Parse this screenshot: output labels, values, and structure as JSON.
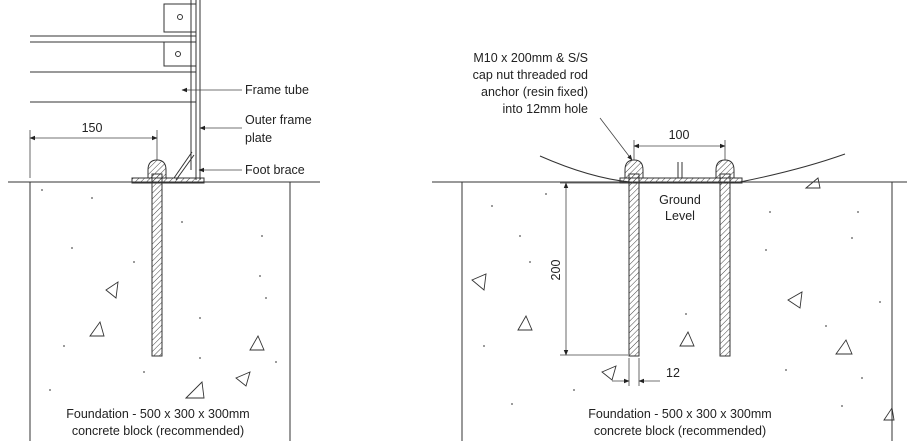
{
  "left_detail": {
    "dim_150": "150",
    "frame_tube": "Frame tube",
    "outer_frame_plate_1": "Outer frame",
    "outer_frame_plate_2": "plate",
    "foot_brace": "Foot brace",
    "foundation_1": "Foundation - 500 x 300 x 300mm",
    "foundation_2": "concrete block (recommended)"
  },
  "right_detail": {
    "anchor_note_1": "M10 x 200mm & S/S",
    "anchor_note_2": "cap nut threaded rod",
    "anchor_note_3": "anchor (resin fixed)",
    "anchor_note_4": "into 12mm hole",
    "dim_100": "100",
    "ground_level_1": "Ground",
    "ground_level_2": "Level",
    "dim_200": "200",
    "dim_12": "12",
    "foundation_1": "Foundation - 500 x 300 x 300mm",
    "foundation_2": "concrete block (recommended)"
  }
}
